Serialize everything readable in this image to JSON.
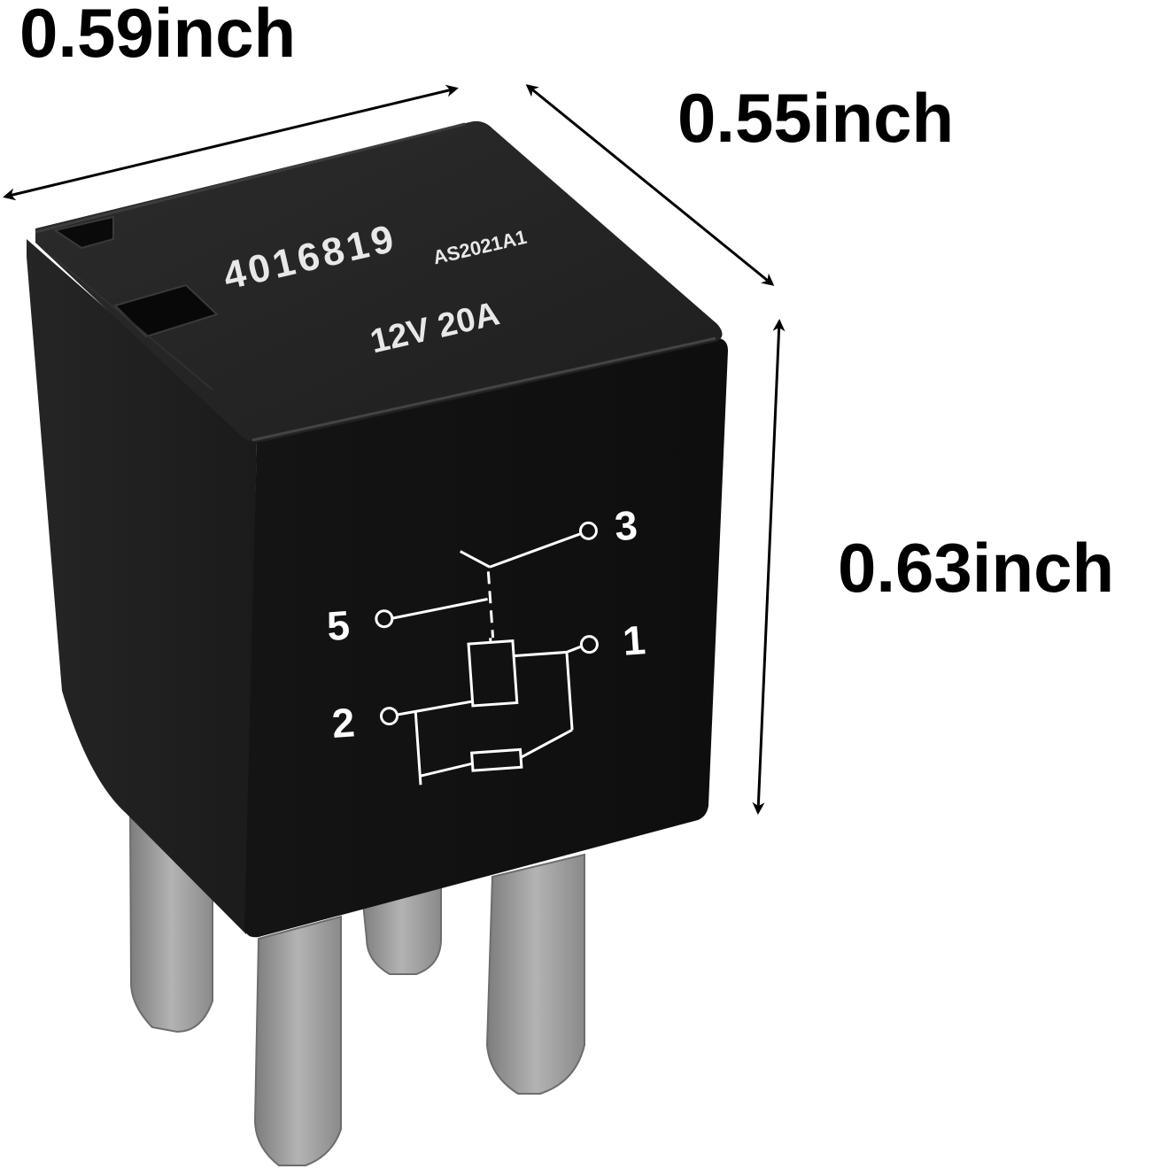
{
  "dimensions": {
    "width_label": "0.59inch",
    "depth_label": "0.55inch",
    "height_label": "0.63inch"
  },
  "relay": {
    "part_number": "4016819",
    "model_code": "AS2021A1",
    "rating": "12V 20A",
    "pins": [
      "3",
      "5",
      "1",
      "2"
    ]
  },
  "colors": {
    "relay_body": "#1a1a1a",
    "terminals": "#9a9a9a"
  }
}
